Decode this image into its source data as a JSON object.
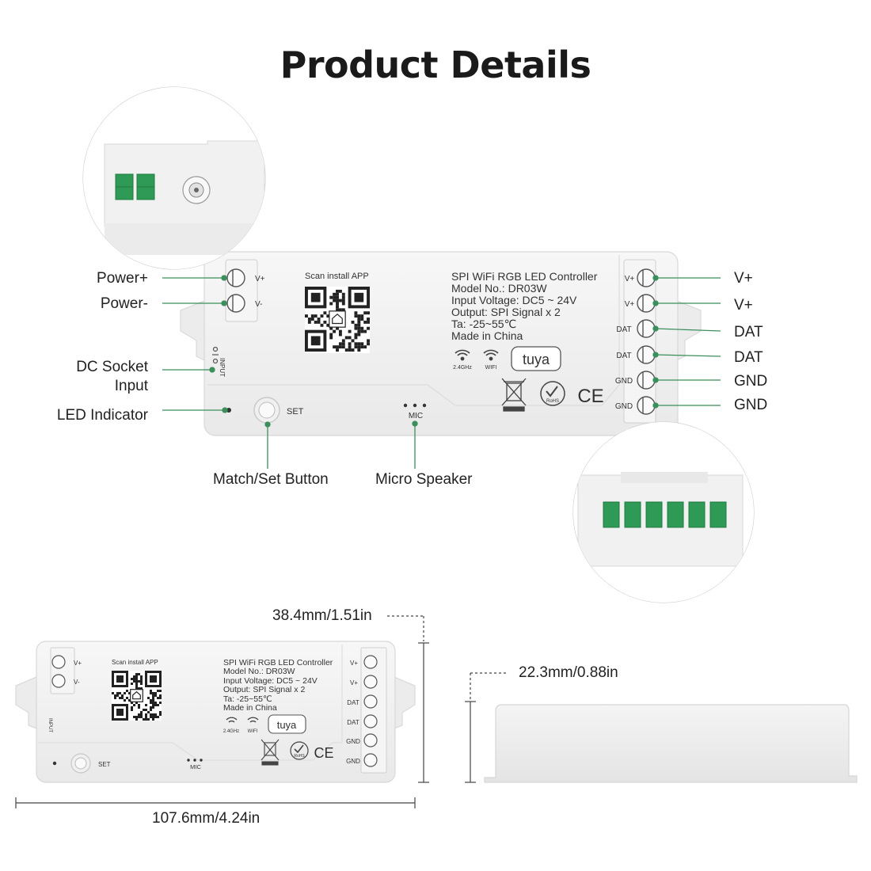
{
  "title": "Product Details",
  "device": {
    "scan_label": "Scan install APP",
    "name": "SPI WiFi RGB LED Controller",
    "model": "Model No.: DR03W",
    "input_voltage": "Input Voltage: DC5 ~ 24V",
    "output": "Output: SPI Signal x 2",
    "ta": "Ta: -25~55℃",
    "made_in": "Made in China",
    "wifi_24": "2.4GHz",
    "wifi": "WIFI",
    "tuya": "tuya",
    "rohs": "RoHS",
    "ce": "CE",
    "set": "SET",
    "mic": "MIC",
    "input": "INPUT",
    "left_terminals": [
      "V+",
      "V-"
    ],
    "right_terminals": [
      "V+",
      "V+",
      "DAT",
      "DAT",
      "GND",
      "GND"
    ]
  },
  "callouts": {
    "power_plus": "Power+",
    "power_minus": "Power-",
    "dc_socket_1": "DC Socket",
    "dc_socket_2": "Input",
    "led_indicator": "LED Indicator",
    "set_button": "Match/Set Button",
    "micro_speaker": "Micro Speaker",
    "right": [
      "V+",
      "V+",
      "DAT",
      "DAT",
      "GND",
      "GND"
    ]
  },
  "dimensions": {
    "height": "38.4mm/1.51in",
    "width": "107.6mm/4.24in",
    "depth": "22.3mm/0.88in"
  },
  "colors": {
    "accent_green": "#2e8b57",
    "terminal_green": "#3aa55c",
    "body": "#f2f2f2",
    "line_green": "#3a8f5a"
  }
}
